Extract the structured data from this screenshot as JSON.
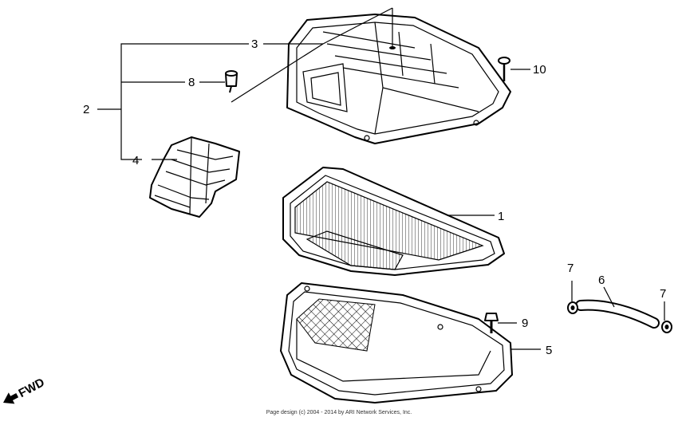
{
  "fwd_label": "FWD",
  "callouts": {
    "c1": "1",
    "c2": "2",
    "c3": "3",
    "c4": "4",
    "c5": "5",
    "c6": "6",
    "c7a": "7",
    "c7b": "7",
    "c8": "8",
    "c9": "9",
    "c10": "10"
  },
  "footer": {
    "line1": "Page design (c) 2004 - 2014 by ARI Network Services, Inc."
  }
}
